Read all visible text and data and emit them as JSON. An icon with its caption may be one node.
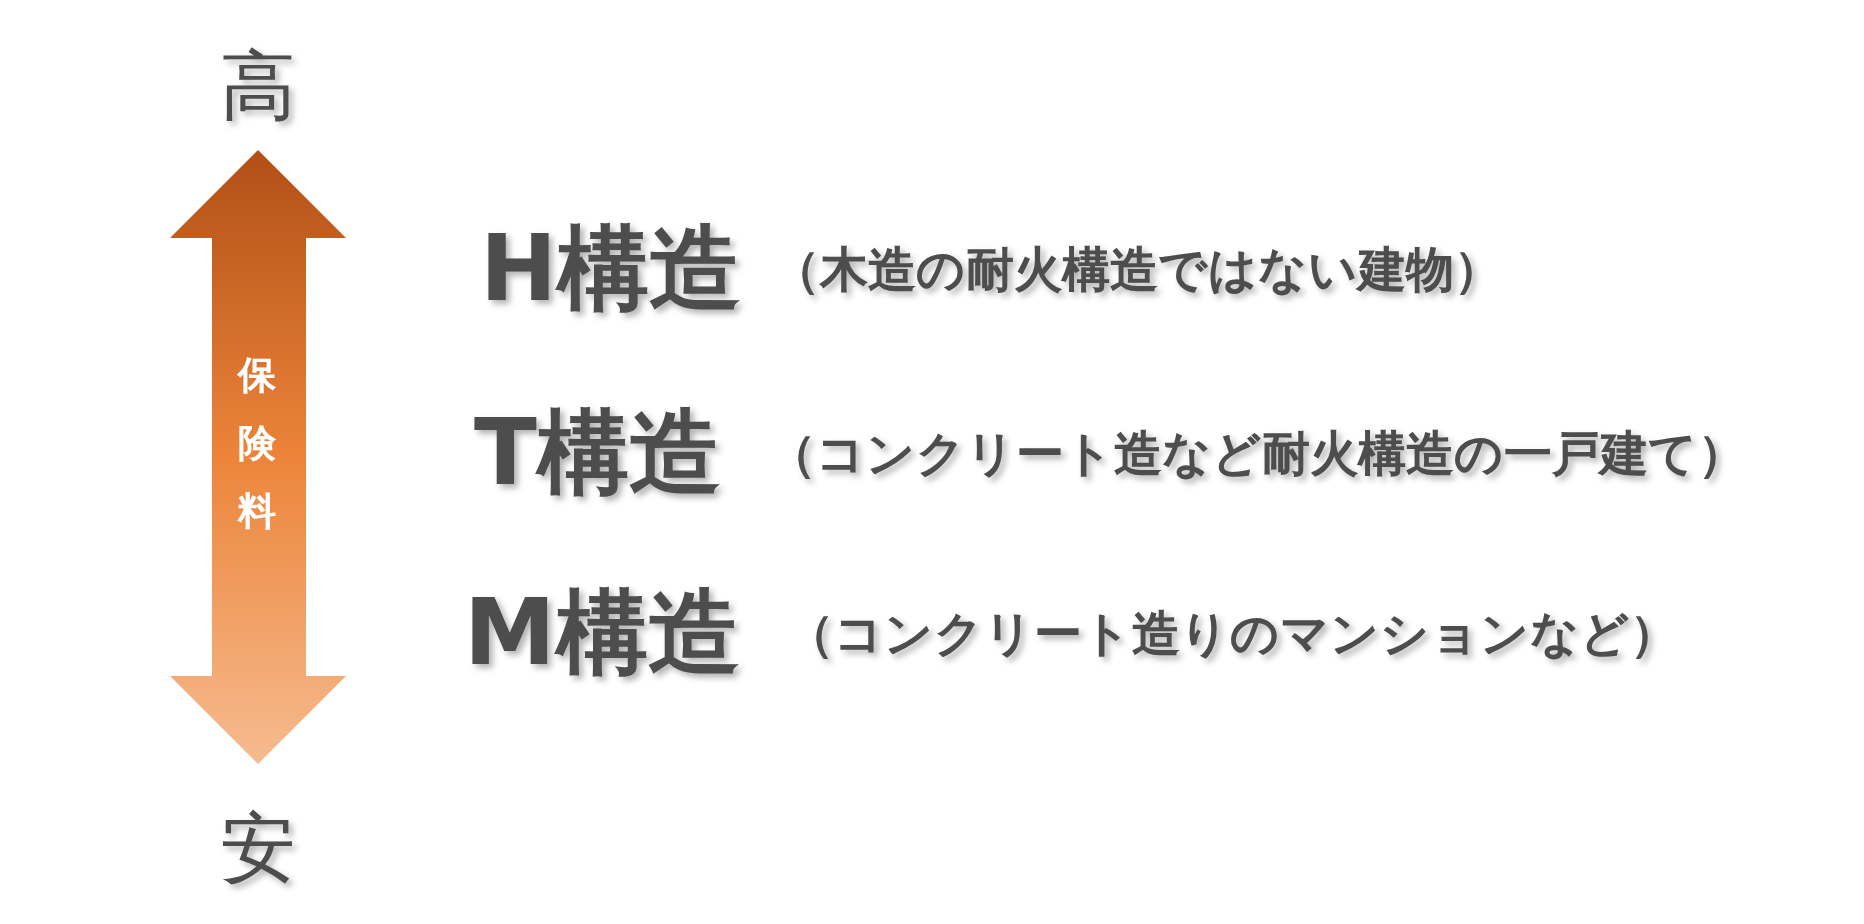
{
  "diagram": {
    "nodes": [
      {
        "text": [
          "保険料"
        ],
        "beside": [
          "高",
          "安"
        ]
      }
    ],
    "labels": [
      "H構造",
      "（木造の耐火構造ではない建物）",
      "T構造",
      "（コンクリート造など耐火構造の一戸建て）",
      "M構造",
      "（コンクリート造りのマンションなど）"
    ]
  }
}
